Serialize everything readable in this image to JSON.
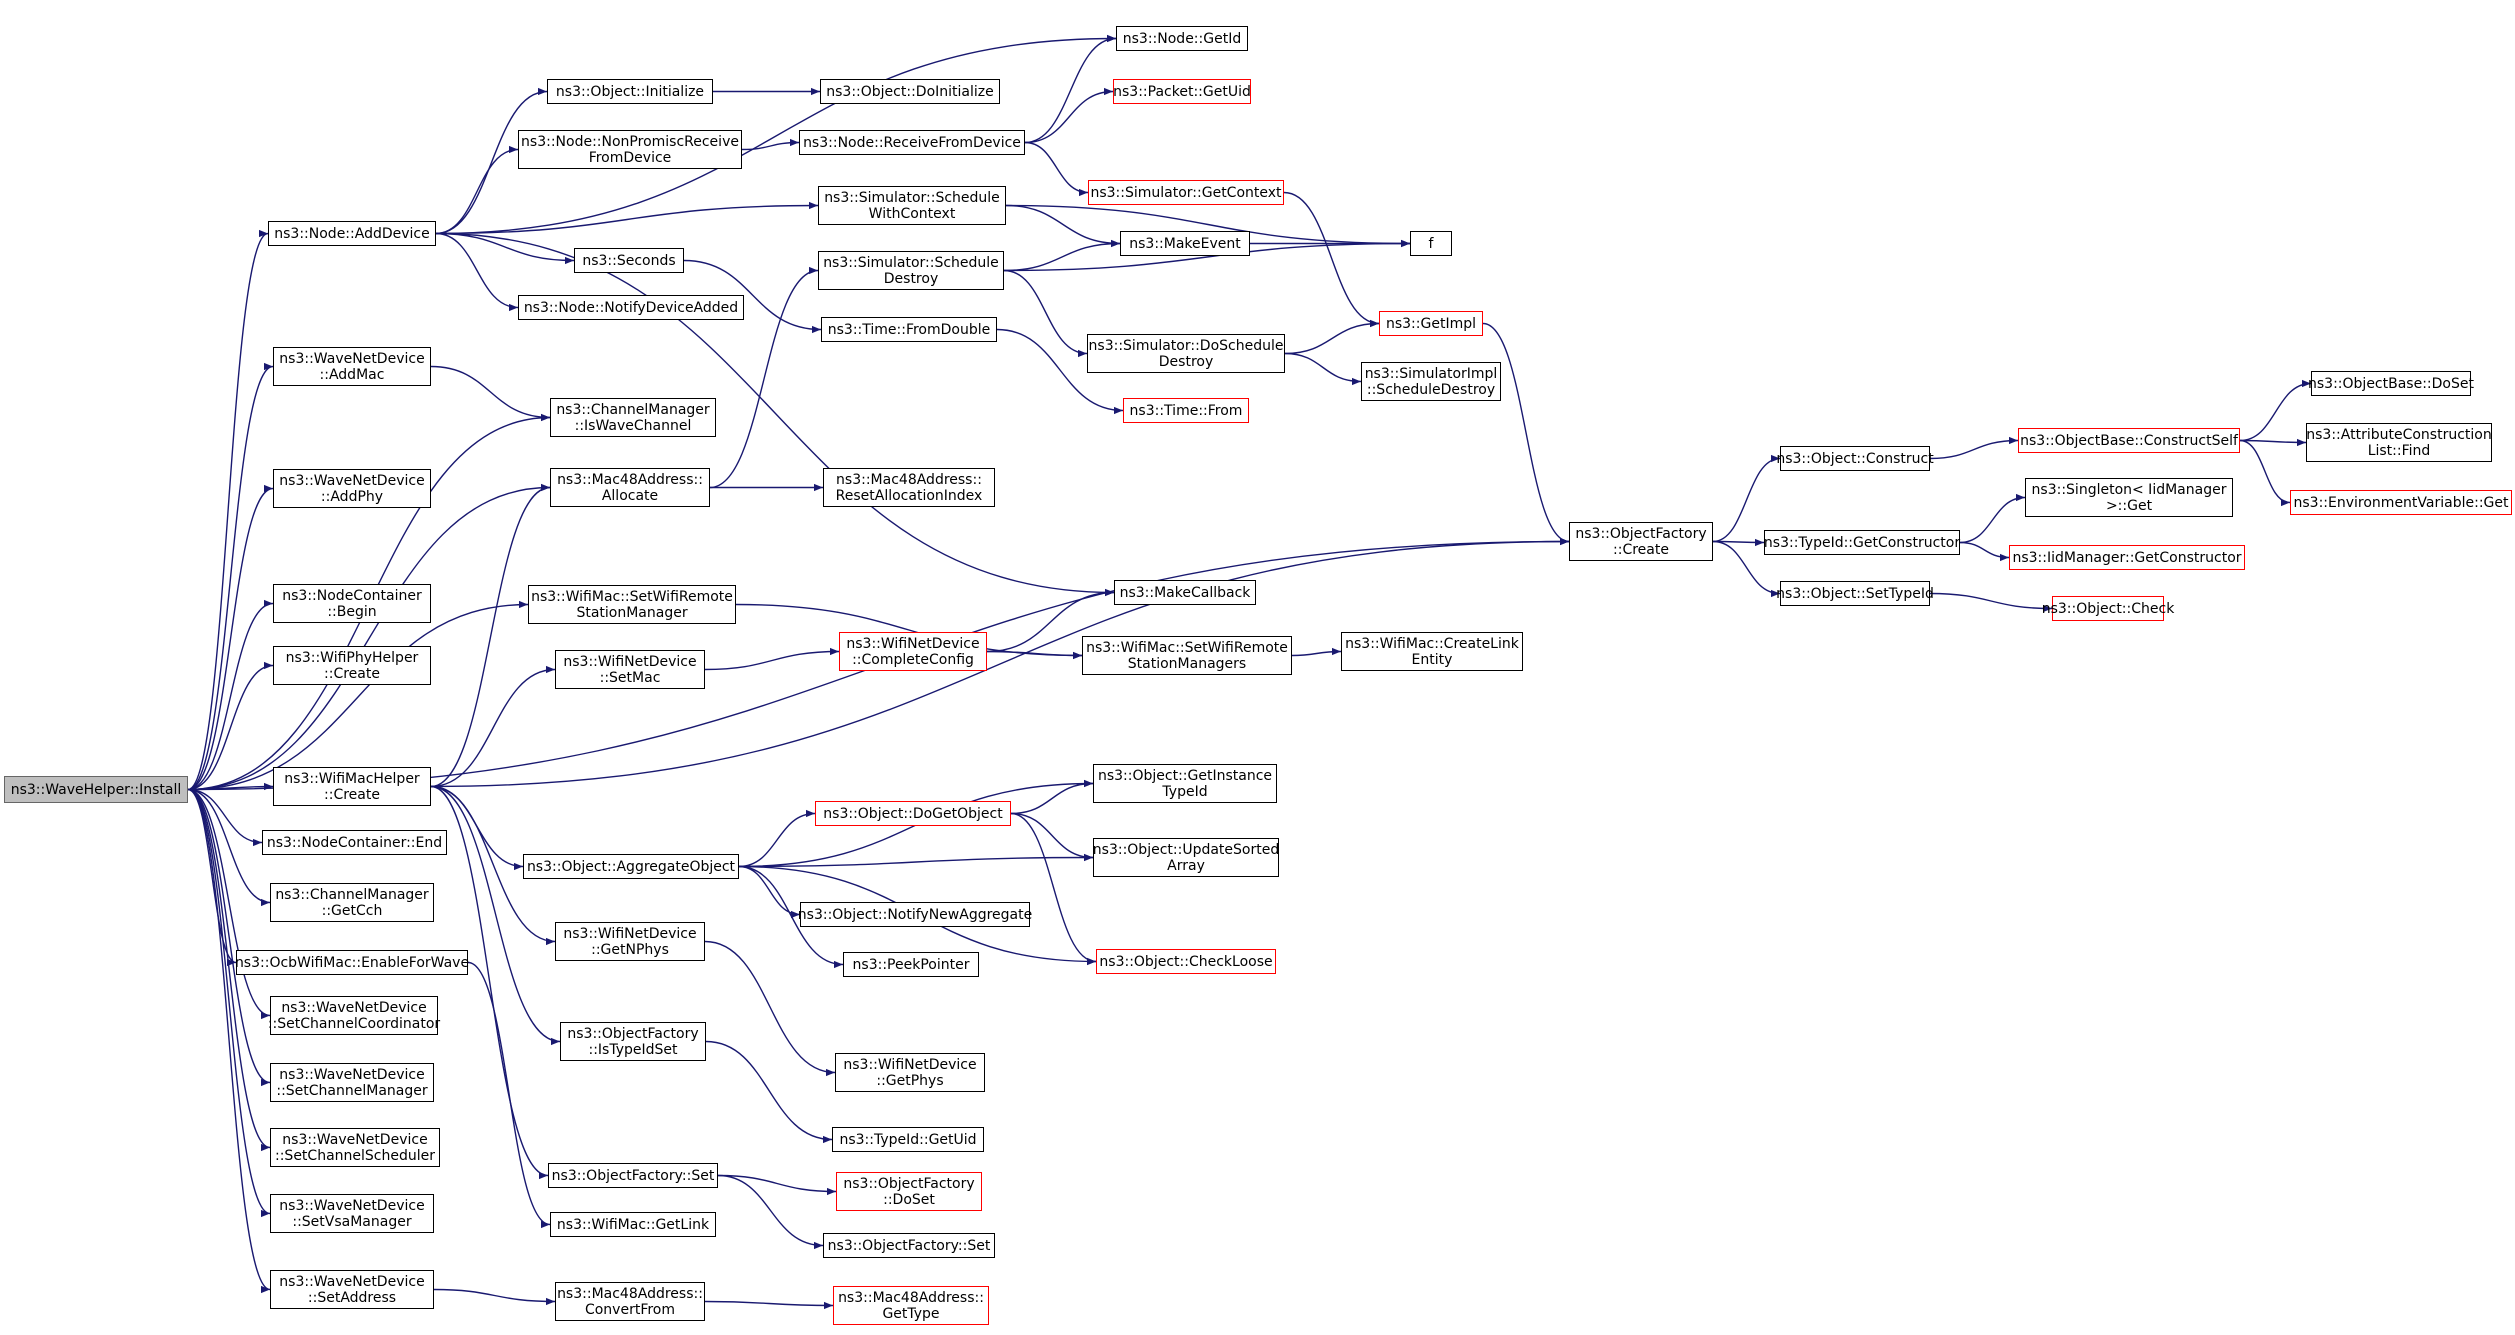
{
  "colors": {
    "edge": "#191970",
    "node_border": "#000000",
    "incomplete_border": "#ff0000",
    "root_fill": "#bfbfbf"
  },
  "nodes": [
    {
      "id": "n1",
      "label": "ns3::WaveHelper::Install",
      "root": true
    },
    {
      "id": "n2",
      "label": "ns3::Node::AddDevice"
    },
    {
      "id": "n3",
      "label": "ns3::WaveNetDevice\n::AddMac"
    },
    {
      "id": "n4",
      "label": "ns3::WaveNetDevice\n::AddPhy"
    },
    {
      "id": "n5",
      "label": "ns3::NodeContainer\n::Begin"
    },
    {
      "id": "n6",
      "label": "ns3::WifiPhyHelper\n::Create"
    },
    {
      "id": "n7",
      "label": "ns3::WifiMacHelper\n::Create"
    },
    {
      "id": "n8",
      "label": "ns3::NodeContainer::End"
    },
    {
      "id": "n9",
      "label": "ns3::ChannelManager\n::GetCch"
    },
    {
      "id": "n10",
      "label": "ns3::OcbWifiMac::EnableForWave"
    },
    {
      "id": "n11",
      "label": "ns3::WaveNetDevice\n::SetChannelCoordinator"
    },
    {
      "id": "n12",
      "label": "ns3::WaveNetDevice\n::SetChannelManager"
    },
    {
      "id": "n13",
      "label": "ns3::WaveNetDevice\n::SetChannelScheduler"
    },
    {
      "id": "n14",
      "label": "ns3::WaveNetDevice\n::SetVsaManager"
    },
    {
      "id": "n15",
      "label": "ns3::WaveNetDevice\n::SetAddress"
    },
    {
      "id": "n16",
      "label": "ns3::Object::Initialize"
    },
    {
      "id": "n17",
      "label": "ns3::Node::NonPromiscReceive\nFromDevice"
    },
    {
      "id": "n18",
      "label": "ns3::Seconds"
    },
    {
      "id": "n19",
      "label": "ns3::Node::NotifyDeviceAdded"
    },
    {
      "id": "n20",
      "label": "ns3::ChannelManager\n::IsWaveChannel"
    },
    {
      "id": "n21",
      "label": "ns3::Mac48Address::\nAllocate"
    },
    {
      "id": "n22",
      "label": "ns3::WifiMac::SetWifiRemote\nStationManager"
    },
    {
      "id": "n23",
      "label": "ns3::WifiNetDevice\n::SetMac"
    },
    {
      "id": "n24",
      "label": "ns3::Object::AggregateObject"
    },
    {
      "id": "n25",
      "label": "ns3::WifiNetDevice\n::GetNPhys"
    },
    {
      "id": "n26",
      "label": "ns3::ObjectFactory\n::IsTypeIdSet"
    },
    {
      "id": "n27",
      "label": "ns3::ObjectFactory::Set"
    },
    {
      "id": "n28",
      "label": "ns3::WifiMac::GetLink"
    },
    {
      "id": "n29",
      "label": "ns3::Mac48Address::\nConvertFrom"
    },
    {
      "id": "n30",
      "label": "ns3::Object::DoInitialize"
    },
    {
      "id": "n31",
      "label": "ns3::Node::ReceiveFromDevice"
    },
    {
      "id": "n32",
      "label": "ns3::Simulator::Schedule\nWithContext"
    },
    {
      "id": "n33",
      "label": "ns3::Simulator::Schedule\nDestroy"
    },
    {
      "id": "n34",
      "label": "ns3::Time::FromDouble"
    },
    {
      "id": "n35",
      "label": "ns3::Mac48Address::\nResetAllocationIndex"
    },
    {
      "id": "n36",
      "label": "ns3::WifiNetDevice\n::CompleteConfig",
      "red": true
    },
    {
      "id": "n37",
      "label": "ns3::Object::DoGetObject",
      "red": true
    },
    {
      "id": "n38",
      "label": "ns3::Object::NotifyNewAggregate"
    },
    {
      "id": "n39",
      "label": "ns3::PeekPointer"
    },
    {
      "id": "n40",
      "label": "ns3::WifiNetDevice\n::GetPhys"
    },
    {
      "id": "n41",
      "label": "ns3::TypeId::GetUid"
    },
    {
      "id": "n42",
      "label": "ns3::ObjectFactory\n::DoSet",
      "red": true
    },
    {
      "id": "n43",
      "label": "ns3::ObjectFactory::Set"
    },
    {
      "id": "n44",
      "label": "ns3::Mac48Address::\nGetType",
      "red": true
    },
    {
      "id": "n45",
      "label": "ns3::Node::GetId"
    },
    {
      "id": "n46",
      "label": "ns3::Packet::GetUid",
      "red": true
    },
    {
      "id": "n47",
      "label": "ns3::Simulator::GetContext",
      "red": true
    },
    {
      "id": "n48",
      "label": "ns3::MakeEvent"
    },
    {
      "id": "n49",
      "label": "ns3::Simulator::DoSchedule\nDestroy"
    },
    {
      "id": "n50",
      "label": "ns3::Time::From",
      "red": true
    },
    {
      "id": "n51",
      "label": "ns3::MakeCallback"
    },
    {
      "id": "n52",
      "label": "ns3::WifiMac::SetWifiRemote\nStationManagers"
    },
    {
      "id": "n53",
      "label": "ns3::Object::GetInstance\nTypeId"
    },
    {
      "id": "n54",
      "label": "ns3::Object::UpdateSorted\nArray"
    },
    {
      "id": "n55",
      "label": "ns3::Object::CheckLoose",
      "red": true
    },
    {
      "id": "n56",
      "label": "f"
    },
    {
      "id": "n57",
      "label": "ns3::GetImpl",
      "red": true
    },
    {
      "id": "n58",
      "label": "ns3::SimulatorImpl\n::ScheduleDestroy"
    },
    {
      "id": "n59",
      "label": "ns3::WifiMac::CreateLink\nEntity"
    },
    {
      "id": "n60",
      "label": "ns3::ObjectFactory\n::Create"
    },
    {
      "id": "n61",
      "label": "ns3::Object::Construct"
    },
    {
      "id": "n62",
      "label": "ns3::TypeId::GetConstructor"
    },
    {
      "id": "n63",
      "label": "ns3::Object::SetTypeId"
    },
    {
      "id": "n64",
      "label": "ns3::ObjectBase::ConstructSelf",
      "red": true
    },
    {
      "id": "n65",
      "label": "ns3::Singleton< IidManager\n >::Get"
    },
    {
      "id": "n66",
      "label": "ns3::IidManager::GetConstructor",
      "red": true
    },
    {
      "id": "n67",
      "label": "ns3::Object::Check",
      "red": true
    },
    {
      "id": "n68",
      "label": "ns3::ObjectBase::DoSet"
    },
    {
      "id": "n69",
      "label": "ns3::AttributeConstruction\nList::Find"
    },
    {
      "id": "n70",
      "label": "ns3::EnvironmentVariable::Get",
      "red": true
    }
  ],
  "edges": [
    [
      "n1",
      "n2"
    ],
    [
      "n1",
      "n3"
    ],
    [
      "n1",
      "n4"
    ],
    [
      "n1",
      "n5"
    ],
    [
      "n1",
      "n6"
    ],
    [
      "n1",
      "n7"
    ],
    [
      "n1",
      "n8"
    ],
    [
      "n1",
      "n9"
    ],
    [
      "n1",
      "n10"
    ],
    [
      "n1",
      "n11"
    ],
    [
      "n1",
      "n12"
    ],
    [
      "n1",
      "n13"
    ],
    [
      "n1",
      "n14"
    ],
    [
      "n1",
      "n15"
    ],
    [
      "n1",
      "n21"
    ],
    [
      "n1",
      "n60"
    ],
    [
      "n1",
      "n22"
    ],
    [
      "n1",
      "n20"
    ],
    [
      "n2",
      "n45"
    ],
    [
      "n2",
      "n16"
    ],
    [
      "n2",
      "n17"
    ],
    [
      "n2",
      "n32"
    ],
    [
      "n2",
      "n18"
    ],
    [
      "n2",
      "n19"
    ],
    [
      "n2",
      "n51"
    ],
    [
      "n3",
      "n20"
    ],
    [
      "n7",
      "n23"
    ],
    [
      "n7",
      "n24"
    ],
    [
      "n7",
      "n25"
    ],
    [
      "n7",
      "n26"
    ],
    [
      "n7",
      "n27"
    ],
    [
      "n7",
      "n60"
    ],
    [
      "n7",
      "n21"
    ],
    [
      "n10",
      "n28"
    ],
    [
      "n15",
      "n29"
    ],
    [
      "n16",
      "n30"
    ],
    [
      "n17",
      "n31"
    ],
    [
      "n18",
      "n34"
    ],
    [
      "n21",
      "n33"
    ],
    [
      "n21",
      "n35"
    ],
    [
      "n22",
      "n52"
    ],
    [
      "n23",
      "n36"
    ],
    [
      "n24",
      "n37"
    ],
    [
      "n24",
      "n53"
    ],
    [
      "n24",
      "n54"
    ],
    [
      "n24",
      "n38"
    ],
    [
      "n24",
      "n39"
    ],
    [
      "n24",
      "n55"
    ],
    [
      "n25",
      "n40"
    ],
    [
      "n26",
      "n41"
    ],
    [
      "n27",
      "n42"
    ],
    [
      "n27",
      "n43"
    ],
    [
      "n29",
      "n44"
    ],
    [
      "n31",
      "n45"
    ],
    [
      "n31",
      "n46"
    ],
    [
      "n31",
      "n47"
    ],
    [
      "n32",
      "n48"
    ],
    [
      "n32",
      "n56"
    ],
    [
      "n33",
      "n48"
    ],
    [
      "n33",
      "n56"
    ],
    [
      "n33",
      "n49"
    ],
    [
      "n34",
      "n50"
    ],
    [
      "n36",
      "n51"
    ],
    [
      "n36",
      "n52"
    ],
    [
      "n37",
      "n53"
    ],
    [
      "n37",
      "n54"
    ],
    [
      "n37",
      "n55"
    ],
    [
      "n47",
      "n57"
    ],
    [
      "n48",
      "n56"
    ],
    [
      "n49",
      "n57"
    ],
    [
      "n49",
      "n58"
    ],
    [
      "n52",
      "n59"
    ],
    [
      "n57",
      "n60"
    ],
    [
      "n60",
      "n61"
    ],
    [
      "n60",
      "n62"
    ],
    [
      "n60",
      "n63"
    ],
    [
      "n61",
      "n64"
    ],
    [
      "n62",
      "n65"
    ],
    [
      "n62",
      "n66"
    ],
    [
      "n63",
      "n67"
    ],
    [
      "n64",
      "n68"
    ],
    [
      "n64",
      "n69"
    ],
    [
      "n64",
      "n70"
    ]
  ]
}
